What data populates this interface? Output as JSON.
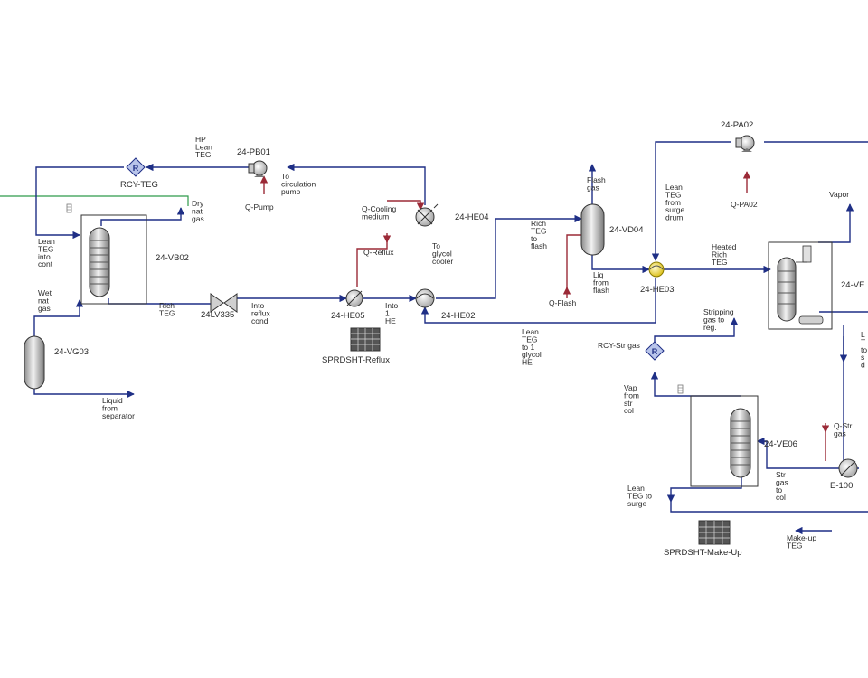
{
  "colors": {
    "material": "#1f2f86",
    "energy": "#9b2a37",
    "feed": "#2f9a4a",
    "vessel": "#dcdcdc"
  },
  "equipment": {
    "pb01": "24-PB01",
    "rcy_teg": "RCY-TEG",
    "vb02": "24-VB02",
    "vg03": "24-VG03",
    "lv335": "24LV335",
    "he05": "24-HE05",
    "he04": "24-HE04",
    "he02": "24-HE02",
    "vd04": "24-VD04",
    "he03": "24-HE03",
    "pa02": "24-PA02",
    "ve": "24-VE",
    "rcy_str": "RCY-Str gas",
    "ve06": "24-VE06",
    "e100": "E-100",
    "sprd_reflux": "SPRDSHT-Reflux",
    "sprd_makeup": "SPRDSHT-Make-Up"
  },
  "streams": {
    "hp_lean_teg": [
      "HP",
      "Lean",
      "TEG"
    ],
    "to_circ_pump": [
      "To",
      "circulation",
      "pump"
    ],
    "q_pump": [
      "Q-Pump"
    ],
    "dry_nat_gas": [
      "Dry",
      "nat",
      "gas"
    ],
    "lean_teg_into_cont": [
      "Lean",
      "TEG",
      "into",
      "cont"
    ],
    "wet_nat_gas": [
      "Wet",
      "nat",
      "gas"
    ],
    "rich_teg": [
      "Rich",
      "TEG"
    ],
    "into_reflux_cond": [
      "Into",
      "reflux",
      "cond"
    ],
    "into_1_he": [
      "Into",
      "1",
      "HE"
    ],
    "q_cooling": [
      "Q-Cooling",
      "medium"
    ],
    "to_glycol_cooler": [
      "To",
      "glycol",
      "cooler"
    ],
    "q_reflux": [
      "Q-Reflux"
    ],
    "liquid_from_sep": [
      "Liquid",
      "from",
      "separator"
    ],
    "flash_gas": [
      "Flash",
      "gas"
    ],
    "rich_teg_to_flash": [
      "Rich",
      "TEG",
      "to",
      "flash"
    ],
    "q_flash": [
      "Q-Flash"
    ],
    "liq_from_flash": [
      "Liq",
      "from",
      "flash"
    ],
    "lean_teg_to_1_glycol_he": [
      "Lean",
      "TEG",
      "to 1",
      "glycol",
      "HE"
    ],
    "lean_teg_from_surge": [
      "Lean",
      "TEG",
      "from",
      "surge",
      "drum"
    ],
    "q_pa02": [
      "Q-PA02"
    ],
    "vapor": [
      "Vapor"
    ],
    "heated_rich_teg": [
      "Heated",
      "Rich",
      "TEG"
    ],
    "stripping_gas": [
      "Stripping",
      "gas to",
      "reg."
    ],
    "vap_from_str_col": [
      "Vap",
      "from",
      "str",
      "col"
    ],
    "q_str_gas": [
      "Q-Str",
      "gas"
    ],
    "str_gas_to_col": [
      "Str",
      "gas",
      "to",
      "col"
    ],
    "lean_teg_to_surge": [
      "Lean",
      "TEG to",
      "surge"
    ],
    "makeup_teg": [
      "Make-up",
      "TEG"
    ],
    "right_cut": [
      "L",
      "T",
      "to",
      "s",
      "d"
    ]
  }
}
